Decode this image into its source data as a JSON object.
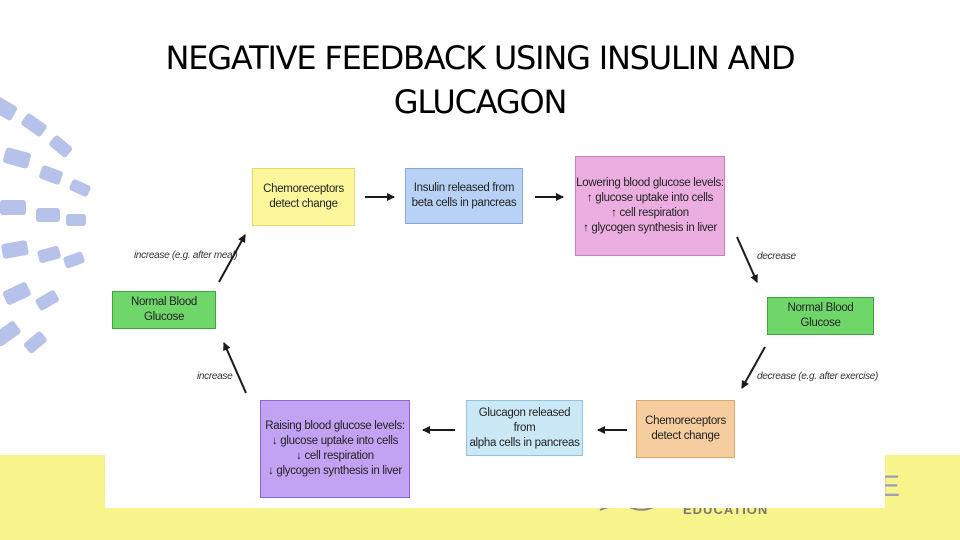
{
  "slide": {
    "title_line1": "NEGATIVE FEEDBACK USING INSULIN AND",
    "title_line2": "GLUCAGON",
    "footer_text": "EDUCATION",
    "footer_letter": "E"
  },
  "diagram": {
    "chemoreceptors_top": "Chemoreceptors\ndetect change",
    "insulin_box": "Insulin released from\nbeta cells in pancreas",
    "lowering_box": "Lowering blood glucose levels:\n↑ glucose uptake into cells\n↑ cell respiration\n↑ glycogen synthesis in liver",
    "normal_left": "Normal Blood Glucose",
    "normal_right": "Normal Blood Glucose",
    "raising_box": "Raising blood glucose levels:\n↓ glucose uptake into cells\n↓ cell respiration\n↓ glycogen synthesis in liver",
    "glucagon_box": "Glucagon released from\nalpha cells in pancreas",
    "chemoreceptors_bottom": "Chemoreceptors\ndetect change",
    "label_increase_meal": "increase (e.g. after meal)",
    "label_decrease": "decrease",
    "label_increase": "increase",
    "label_decrease_exercise": "decrease (e.g. after exercise)"
  },
  "colors": {
    "accent_band": "#f7f48c",
    "decor_blue": "#a6b4e6"
  }
}
